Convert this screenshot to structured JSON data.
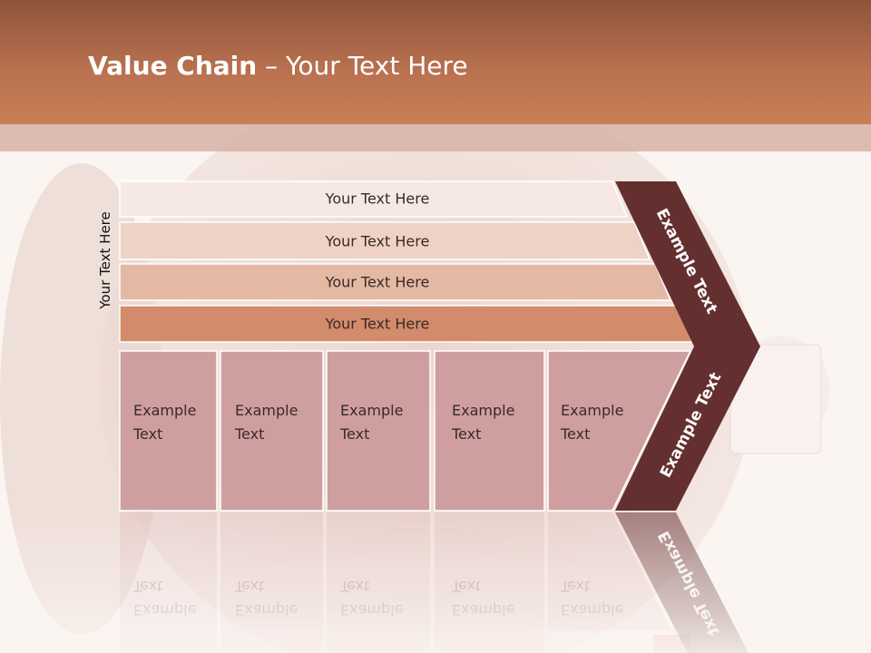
{
  "title": {
    "bold": "Value Chain",
    "rest": " – Your Text Here"
  },
  "side_label": "Your Text Here",
  "bars": [
    {
      "label": "Your Text Here",
      "color": "#f6e9e3"
    },
    {
      "label": "Your Text Here",
      "color": "#edd2c5"
    },
    {
      "label": "Your Text Here",
      "color": "#e3b9a4"
    },
    {
      "label": "Your Text Here",
      "color": "#d28b6b"
    }
  ],
  "cells": [
    {
      "line1": "Example",
      "line2": "Text"
    },
    {
      "line1": "Example",
      "line2": "Text"
    },
    {
      "line1": "Example",
      "line2": "Text"
    },
    {
      "line1": "Example",
      "line2": "Text"
    },
    {
      "line1": "Example",
      "line2": "Text"
    }
  ],
  "arrow": {
    "top_label": "Example Text",
    "bottom_label": "Example Text"
  },
  "colors": {
    "header": "#b8704f",
    "cell": "#cf9fa0",
    "arrow": "#64302f",
    "bar_border": "#ffffff"
  }
}
